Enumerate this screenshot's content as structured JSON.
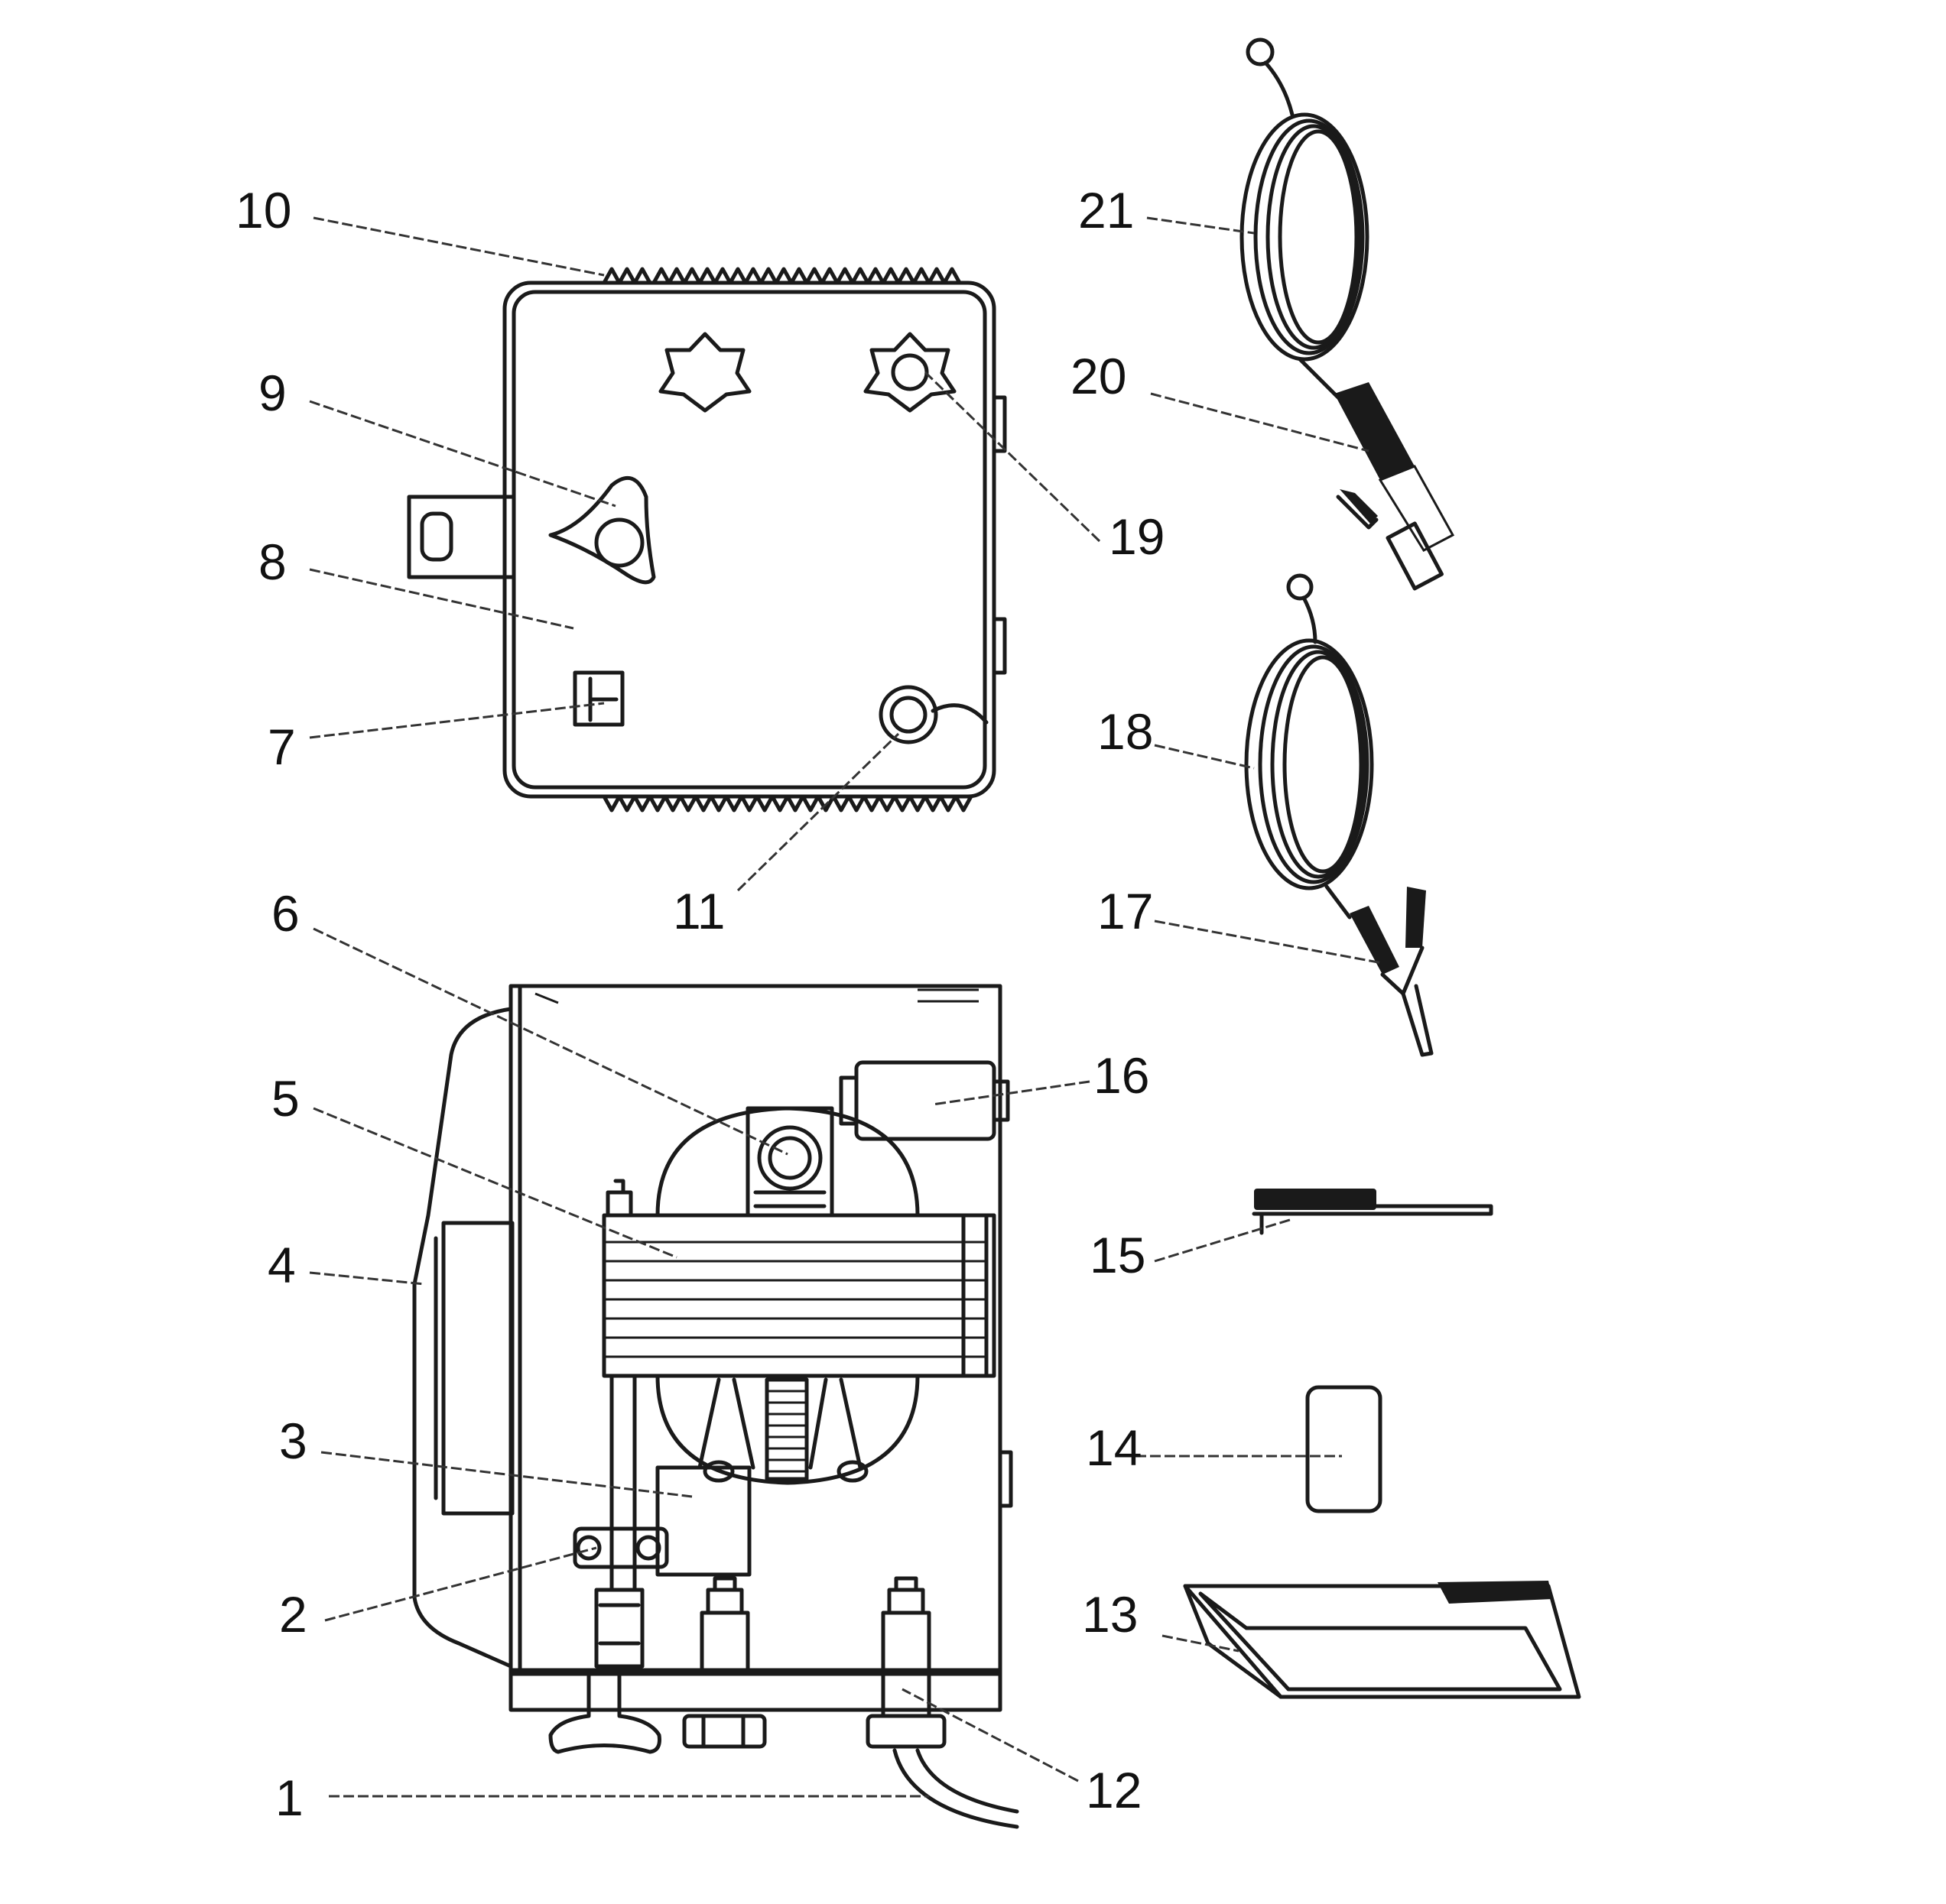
{
  "callouts": {
    "n1": "1",
    "n2": "2",
    "n3": "3",
    "n4": "4",
    "n5": "5",
    "n6": "6",
    "n7": "7",
    "n8": "8",
    "n9": "9",
    "n10": "10",
    "n11": "11",
    "n12": "12",
    "n13": "13",
    "n14": "14",
    "n15": "15",
    "n16": "16",
    "n17": "17",
    "n18": "18",
    "n19": "19",
    "n20": "20",
    "n21": "21"
  },
  "colors": {
    "line": "#1a1a1a",
    "background": "#ffffff"
  }
}
